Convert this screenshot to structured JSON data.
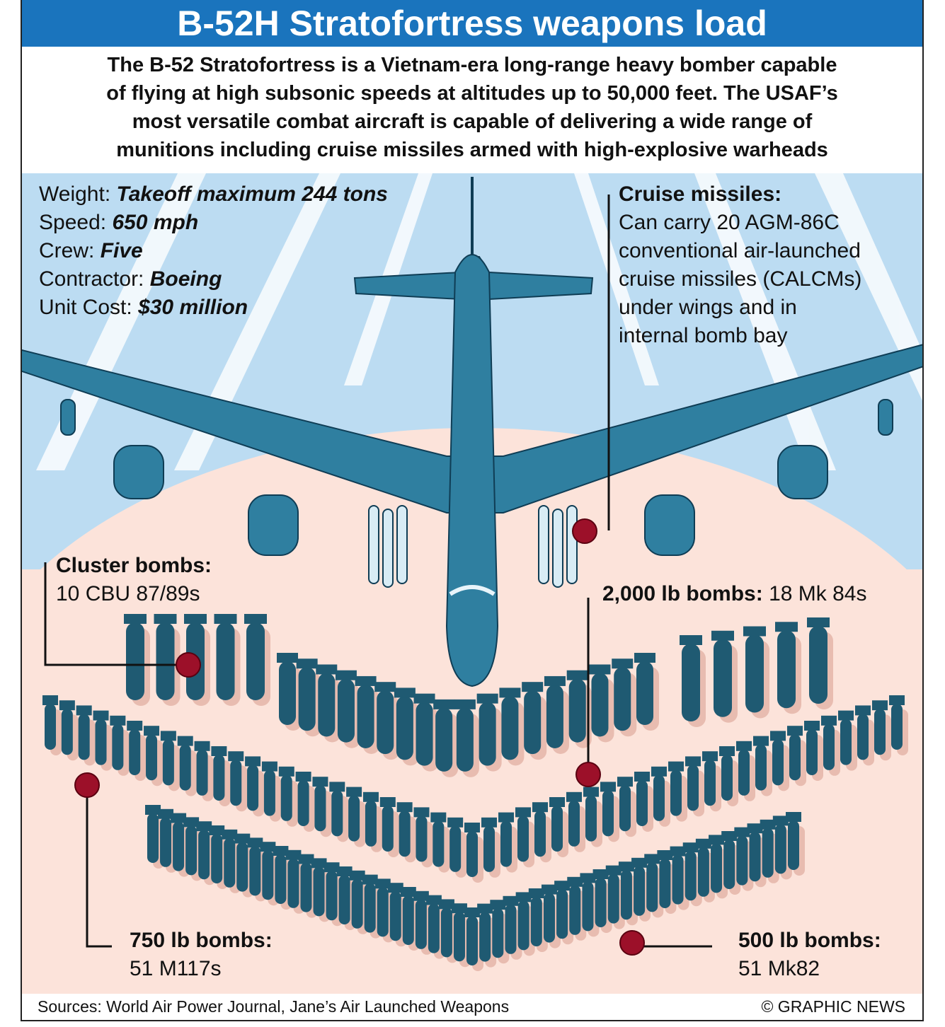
{
  "title": "B-52H Stratofortress weapons load",
  "intro": [
    "The B-52 Stratofortress is a Vietnam-era long-range heavy bomber capable",
    "of flying at high subsonic speeds at altitudes up to 50,000 feet. The USAF’s",
    "most versatile combat aircraft is capable of delivering a wide range of",
    "munitions including cruise missiles armed with high-explosive warheads"
  ],
  "specs": [
    {
      "label": "Weight:",
      "value": "Takeoff maximum 244 tons"
    },
    {
      "label": "Speed:",
      "value": "650 mph"
    },
    {
      "label": "Crew:",
      "value": "Five"
    },
    {
      "label": "Contractor:",
      "value": "Boeing"
    },
    {
      "label": "Unit Cost:",
      "value": "$30 million"
    }
  ],
  "weapons": {
    "cruise": {
      "title": "Cruise missiles:",
      "lines": [
        "Can carry 20 AGM-86C",
        "conventional air-launched",
        "cruise missiles (CALCMs)",
        "under wings and in",
        "internal bomb bay"
      ]
    },
    "cluster": {
      "title": "Cluster bombs:",
      "detail": "10 CBU 87/89s"
    },
    "b2000": {
      "title": "2,000 lb bombs:",
      "detail": "18 Mk 84s"
    },
    "b750": {
      "title": "750 lb bombs:",
      "detail": "51 M117s"
    },
    "b500": {
      "title": "500 lb bombs:",
      "detail": "51 Mk82"
    }
  },
  "footer": {
    "sources": "Sources: World Air Power Journal, Jane’s Air Launched Weapons",
    "credit": "© GRAPHIC NEWS"
  },
  "colors": {
    "title_bar": "#1a74bd",
    "sky": "#bcdcf2",
    "ground": "#fce3da",
    "aircraft": "#2f7fa0",
    "bombs": "#1f5a72",
    "marker": "#9c1029"
  }
}
